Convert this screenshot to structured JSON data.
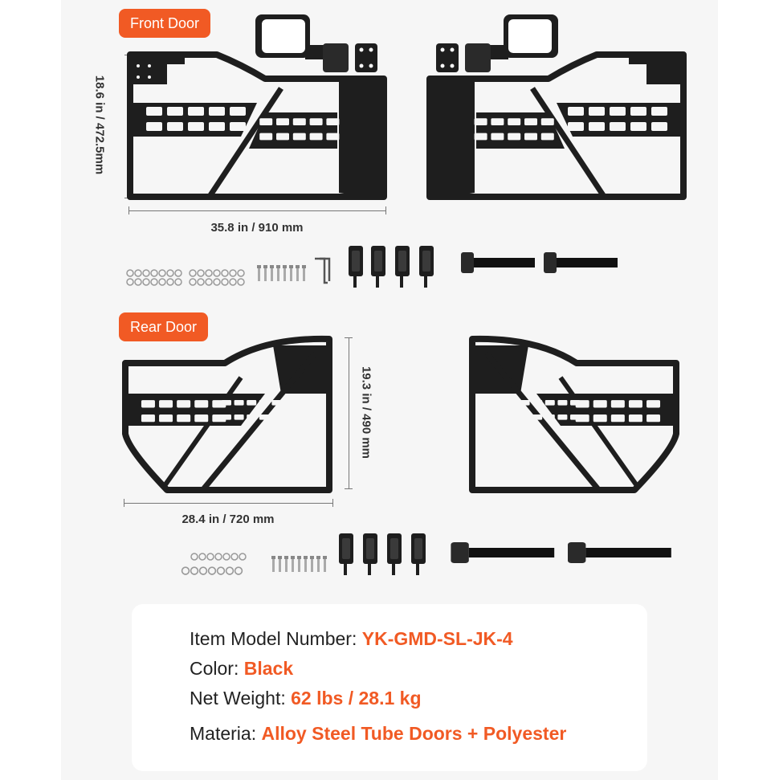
{
  "sections": {
    "front": {
      "tag": "Front Door",
      "width_label": "35.8 in / 910 mm",
      "height_label": "18.6 in / 472.5mm"
    },
    "rear": {
      "tag": "Rear Door",
      "width_label": "28.4 in / 720 mm",
      "height_label": "19.3 in / 490 mm"
    }
  },
  "specs": [
    {
      "label": "Item Model Number: ",
      "value": "YK-GMD-SL-JK-4"
    },
    {
      "label": "Color: ",
      "value": "Black"
    },
    {
      "label": "Net Weight: ",
      "value": "62 lbs / 28.1 kg"
    },
    {
      "label": "Materia: ",
      "value": "Alloy Steel Tube Doors + Polyester"
    }
  ],
  "colors": {
    "accent": "#f15a24",
    "metal": "#1e1e1e",
    "panel": "#f6f6f6"
  }
}
